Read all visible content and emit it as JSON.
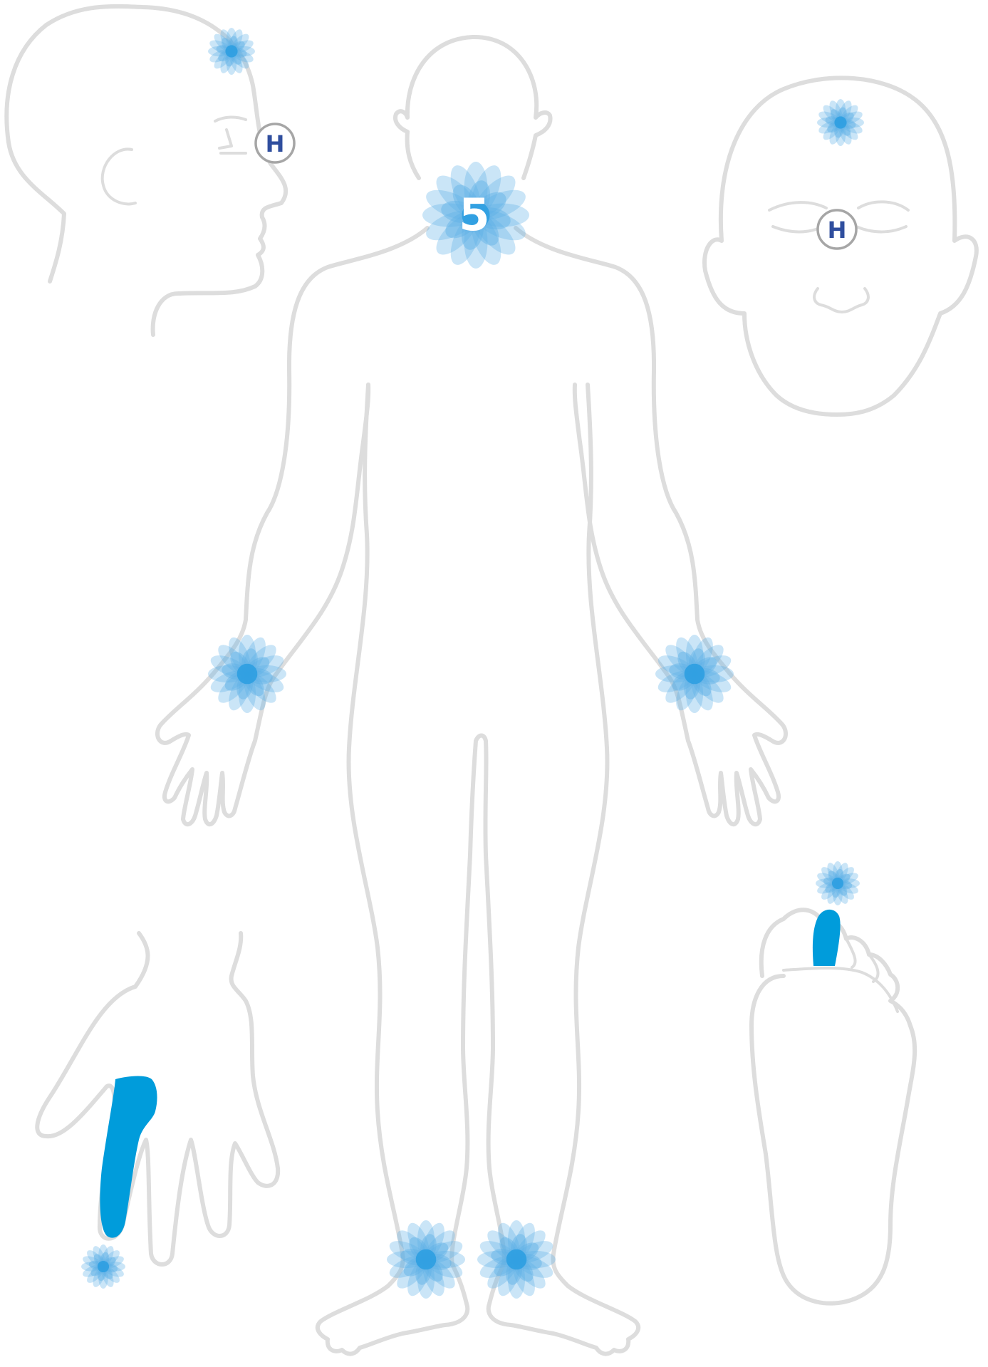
{
  "colors": {
    "outline": "#dddddd",
    "lotus_petal": "#5aaee6",
    "lotus_center": "#2a9ee0",
    "highlight": "#009cdb",
    "badge_ring": "#a6a6a6",
    "badge_text": "#2f4e9e"
  },
  "labels": {
    "center_number": "5",
    "profile_badge": "H",
    "front_face_badge": "H"
  },
  "lotus_points": [
    {
      "name": "lotus-side-head-crown",
      "region": "side-head-crown"
    },
    {
      "name": "lotus-front-face-forehead",
      "region": "front-face-forehead"
    },
    {
      "name": "lotus-throat",
      "region": "throat"
    },
    {
      "name": "lotus-right-wrist",
      "region": "right-wrist"
    },
    {
      "name": "lotus-left-wrist",
      "region": "left-wrist"
    },
    {
      "name": "lotus-right-ankle",
      "region": "right-ankle"
    },
    {
      "name": "lotus-left-ankle",
      "region": "left-ankle"
    },
    {
      "name": "lotus-foot-big-toe",
      "region": "big-toe"
    },
    {
      "name": "lotus-hand-thumb",
      "region": "thumb"
    }
  ]
}
